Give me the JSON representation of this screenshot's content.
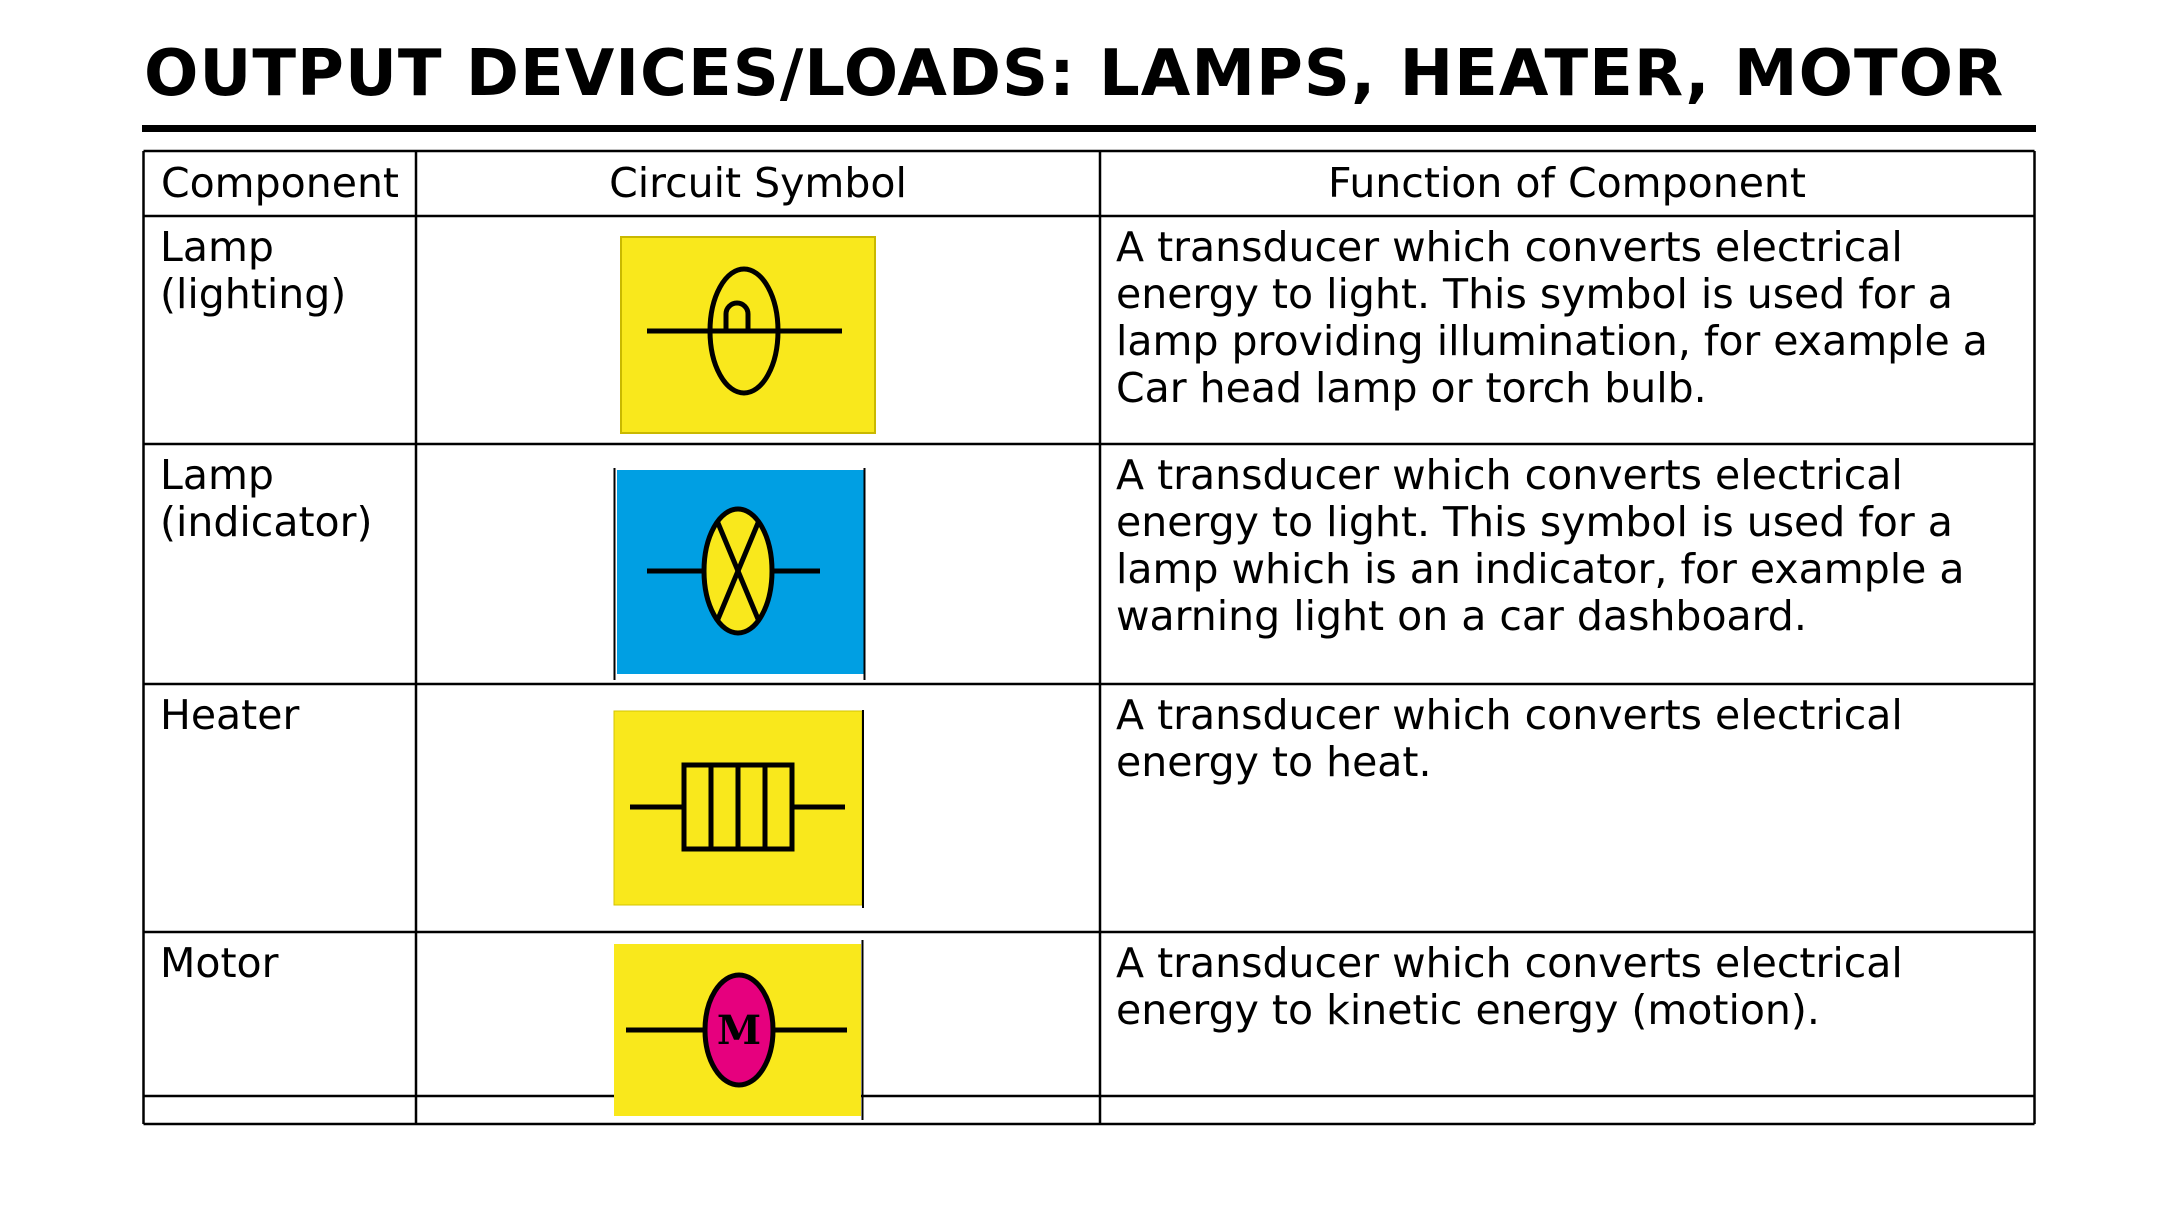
{
  "title": "OUTPUT DEVICES/LOADS: LAMPS, HEATER, MOTOR",
  "table": {
    "headers": [
      "Component",
      "Circuit Symbol",
      "Function of Component"
    ],
    "rows": [
      {
        "component": "Lamp\n(lighting)",
        "symbol_icon": "filament-lamp-symbol-icon",
        "symbol_background": "#f9e81c",
        "function": "A transducer which converts electrical\nenergy to light. This symbol is used for a\nlamp providing illumination, for example a\nCar head lamp or torch bulb."
      },
      {
        "component": "Lamp\n(indicator)",
        "symbol_icon": "indicator-lamp-symbol-icon",
        "symbol_background": "#009fe3",
        "symbol_fill": "#f9e81c",
        "function": "A transducer which converts electrical\nenergy to light. This symbol is used for a\nlamp which is an indicator, for example a\nwarning light on a car dashboard."
      },
      {
        "component": "Heater",
        "symbol_icon": "heater-symbol-icon",
        "symbol_background": "#f9e81c",
        "function": "A transducer which converts electrical\nenergy to heat."
      },
      {
        "component": "Motor",
        "symbol_icon": "motor-symbol-icon",
        "symbol_background": "#f9e81c",
        "symbol_fill": "#e6007e",
        "symbol_label": "M",
        "function": "A transducer which converts electrical\nenergy to kinetic energy (motion)."
      }
    ]
  }
}
